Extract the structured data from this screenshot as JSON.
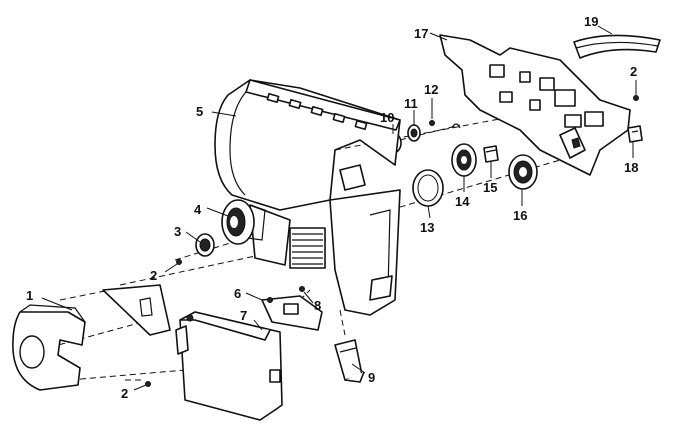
{
  "callouts": [
    {
      "id": "1",
      "text": "1"
    },
    {
      "id": "2a",
      "text": "2"
    },
    {
      "id": "2b",
      "text": "2"
    },
    {
      "id": "2c",
      "text": "2"
    },
    {
      "id": "3",
      "text": "3"
    },
    {
      "id": "4",
      "text": "4"
    },
    {
      "id": "5",
      "text": "5"
    },
    {
      "id": "6",
      "text": "6"
    },
    {
      "id": "7",
      "text": "7"
    },
    {
      "id": "8",
      "text": "8"
    },
    {
      "id": "9",
      "text": "9"
    },
    {
      "id": "10",
      "text": "10"
    },
    {
      "id": "11",
      "text": "11"
    },
    {
      "id": "12",
      "text": "12"
    },
    {
      "id": "13",
      "text": "13"
    },
    {
      "id": "14",
      "text": "14"
    },
    {
      "id": "15",
      "text": "15"
    },
    {
      "id": "16",
      "text": "16"
    },
    {
      "id": "17",
      "text": "17"
    },
    {
      "id": "18",
      "text": "18"
    },
    {
      "id": "19",
      "text": "19"
    }
  ]
}
